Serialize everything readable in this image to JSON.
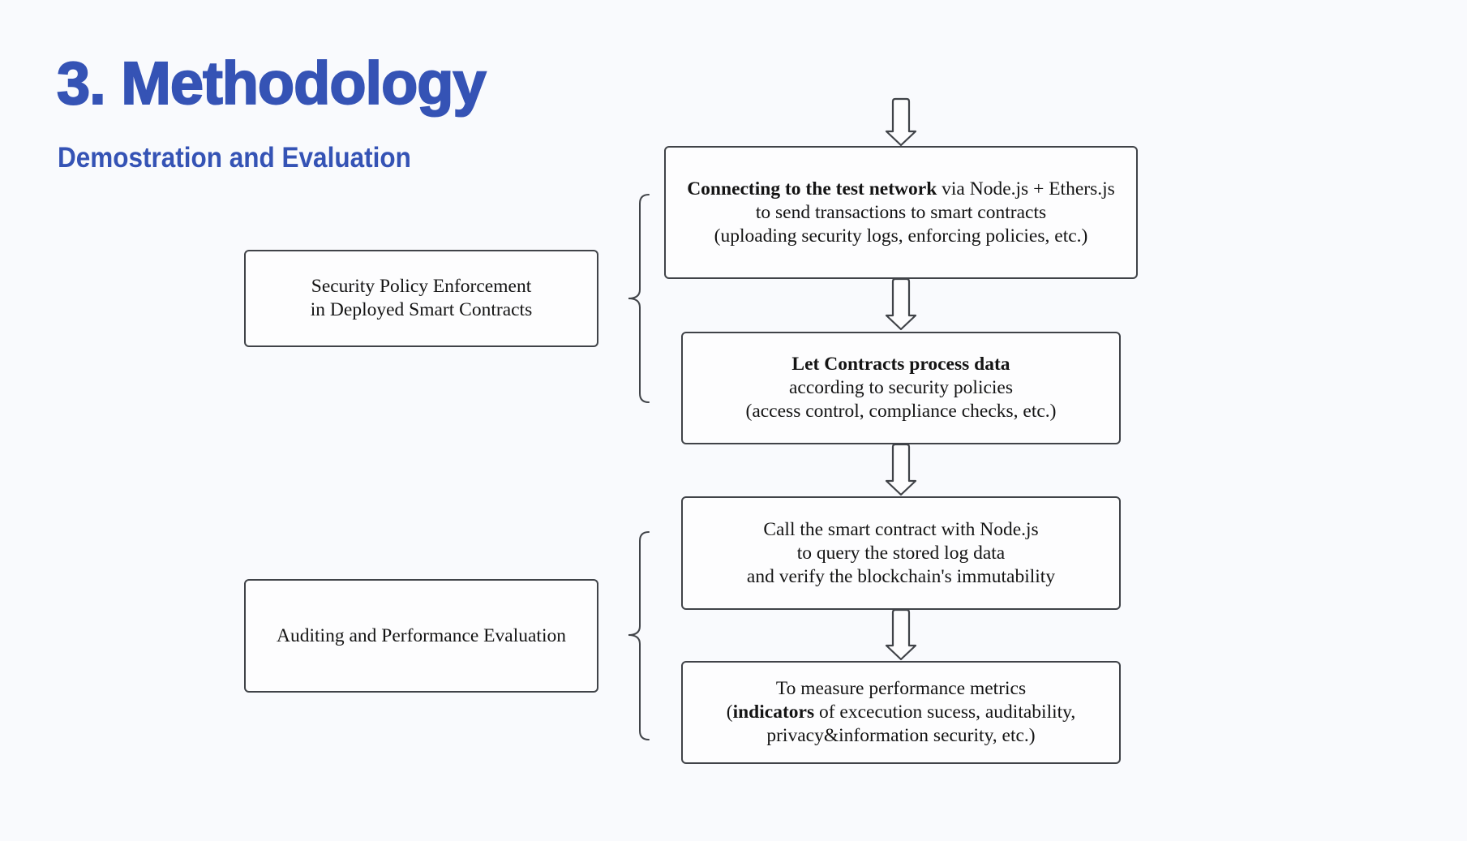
{
  "slide": {
    "title": "3. Methodology",
    "subtitle": "Demostration and Evaluation"
  },
  "groups": [
    {
      "label_lines": [
        "Security Policy Enforcement",
        "in Deployed Smart Contracts"
      ]
    },
    {
      "label_lines": [
        "Auditing and Performance Evaluation"
      ]
    }
  ],
  "steps": [
    {
      "line1_bold": "Connecting to the test network",
      "line1_rest": " via Node.js + Ethers.js",
      "line2": "to send transactions to smart contracts",
      "line3": "(uploading security logs, enforcing policies, etc.)"
    },
    {
      "line1_bold": "Let Contracts process data",
      "line2": "according to security policies",
      "line3": "(access control, compliance checks, etc.)"
    },
    {
      "line1": "Call the smart contract with Node.js",
      "line2": "to query the stored log data",
      "line3": "and verify the blockchain's immutability"
    },
    {
      "line1": "To measure performance metrics",
      "line2_pre": "(",
      "line2_bold": "indicators",
      "line2_rest": " of excecution sucess, auditability,",
      "line3": "privacy&information security, etc.)"
    }
  ],
  "colors": {
    "heading": "#3553b5",
    "stroke": "#404348",
    "background": "#f9fafd"
  },
  "icons": [
    "down-arrow-icon",
    "left-brace-icon"
  ]
}
